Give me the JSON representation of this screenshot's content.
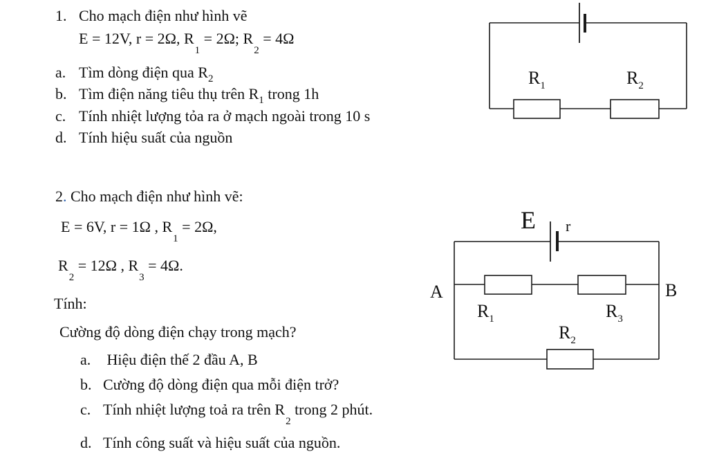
{
  "problem1": {
    "number": "1.",
    "intro": "Cho mạch điện như hình vẽ",
    "given": {
      "e": "E = 12V, r = 2Ω, R",
      "r1_sub": "1",
      "mid": " = 2Ω; R",
      "r2_sub": "2",
      "end": " = 4Ω"
    },
    "items": [
      {
        "letter": "a.",
        "text": "Tìm dòng điện qua R",
        "sub": "2",
        "after": ""
      },
      {
        "letter": "b.",
        "text": "Tìm điện năng tiêu thụ trên R",
        "sub": "1",
        "after": " trong 1h"
      },
      {
        "letter": "c.",
        "text": "Tính nhiệt lượng tỏa ra ở mạch ngoài trong 10 s",
        "sub": "",
        "after": ""
      },
      {
        "letter": "d.",
        "text": "Tính hiệu suất của nguồn",
        "sub": "",
        "after": ""
      }
    ],
    "diagram": {
      "r1_label": "R",
      "r1_sub": "1",
      "r2_label": "R",
      "r2_sub": "2"
    }
  },
  "problem2": {
    "number": "2",
    "number_dot": ".",
    "intro": " Cho mạch điện như hình vẽ:",
    "given_line1": {
      "text": "E = 6V, r = 1Ω , R",
      "sub": "1",
      "after": " = 2Ω,"
    },
    "given_line2": {
      "a": "R",
      "a_sub": "2",
      "b": " = 12Ω , R",
      "b_sub": "3",
      "c": " = 4Ω."
    },
    "calc_label": "Tính:",
    "question": "Cường độ dòng điện chạy trong mạch?",
    "items": [
      {
        "letter": "a.",
        "text": " Hiệu điện thế 2 đầu A, B",
        "sub": "",
        "after": ""
      },
      {
        "letter": "b.",
        "text": "Cường độ dòng điện qua mỗi điện trở?",
        "sub": "",
        "after": ""
      },
      {
        "letter": "c.",
        "text": "Tính nhiệt lượng toả ra trên R",
        "sub": "2",
        "after": " trong 2 phút."
      },
      {
        "letter": "d.",
        "text": "Tính công suất và hiệu suất của nguồn.",
        "sub": "",
        "after": ""
      }
    ],
    "diagram": {
      "e_label": "E",
      "r_label": "r",
      "a_label": "A",
      "b_label": "B",
      "r1_label": "R",
      "r1_sub": "1",
      "r3_label": "R",
      "r3_sub": "3",
      "r2_label": "R",
      "r2_sub": "2"
    }
  }
}
